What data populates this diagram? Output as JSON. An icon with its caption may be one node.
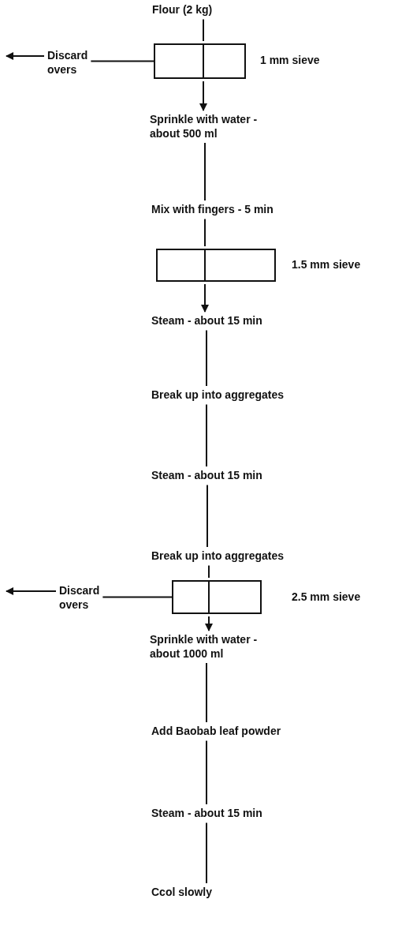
{
  "diagram": {
    "nodes": [
      {
        "text": [
          "Flour (2 kg)"
        ]
      },
      {
        "text": [],
        "shape": "box",
        "beside": [
          "1 mm sieve"
        ]
      },
      {
        "text": [
          "Discard overs"
        ]
      },
      {
        "text": [
          "Sprinkle with water - about 500 ml"
        ]
      },
      {
        "text": [
          "Mix with fingers - 5 min"
        ]
      },
      {
        "text": [],
        "shape": "box",
        "beside": [
          "1.5 mm sieve"
        ]
      },
      {
        "text": [
          "Steam - about 15 min"
        ]
      },
      {
        "text": [
          "Break up into aggregates"
        ]
      },
      {
        "text": [
          "Steam - about 15 min"
        ]
      },
      {
        "text": [
          "Break up into aggregates"
        ]
      },
      {
        "text": [],
        "shape": "box",
        "beside": [
          "2.5 mm sieve"
        ]
      },
      {
        "text": [
          "Discard overs"
        ]
      },
      {
        "text": [
          "Sprinkle with water - about 1000 ml"
        ]
      },
      {
        "text": [
          "Add Baobab leaf powder"
        ]
      },
      {
        "text": [
          "Steam - about 15 min"
        ]
      },
      {
        "text": [
          "Ccol slowly"
        ]
      }
    ],
    "edges": [
      {
        "from": 0,
        "to": 1,
        "arrow": "none"
      },
      {
        "from": 1,
        "to": 3,
        "arrow": "to"
      },
      {
        "from": 1,
        "to": 2,
        "arrow": "none"
      },
      {
        "from": 2,
        "to": null,
        "arrow": "to"
      },
      {
        "from": 3,
        "to": 4,
        "arrow": "none"
      },
      {
        "from": 4,
        "to": 5,
        "arrow": "none"
      },
      {
        "from": 5,
        "to": 6,
        "arrow": "to"
      },
      {
        "from": 6,
        "to": 7,
        "arrow": "none"
      },
      {
        "from": 7,
        "to": 8,
        "arrow": "none"
      },
      {
        "from": 8,
        "to": 9,
        "arrow": "none"
      },
      {
        "from": 9,
        "to": 10,
        "arrow": "none"
      },
      {
        "from": 10,
        "to": 12,
        "arrow": "to"
      },
      {
        "from": 10,
        "to": 11,
        "arrow": "none"
      },
      {
        "from": 11,
        "to": null,
        "arrow": "to"
      },
      {
        "from": 12,
        "to": 13,
        "arrow": "none"
      },
      {
        "from": 13,
        "to": 14,
        "arrow": "none"
      },
      {
        "from": 14,
        "to": 15,
        "arrow": "none"
      }
    ]
  }
}
